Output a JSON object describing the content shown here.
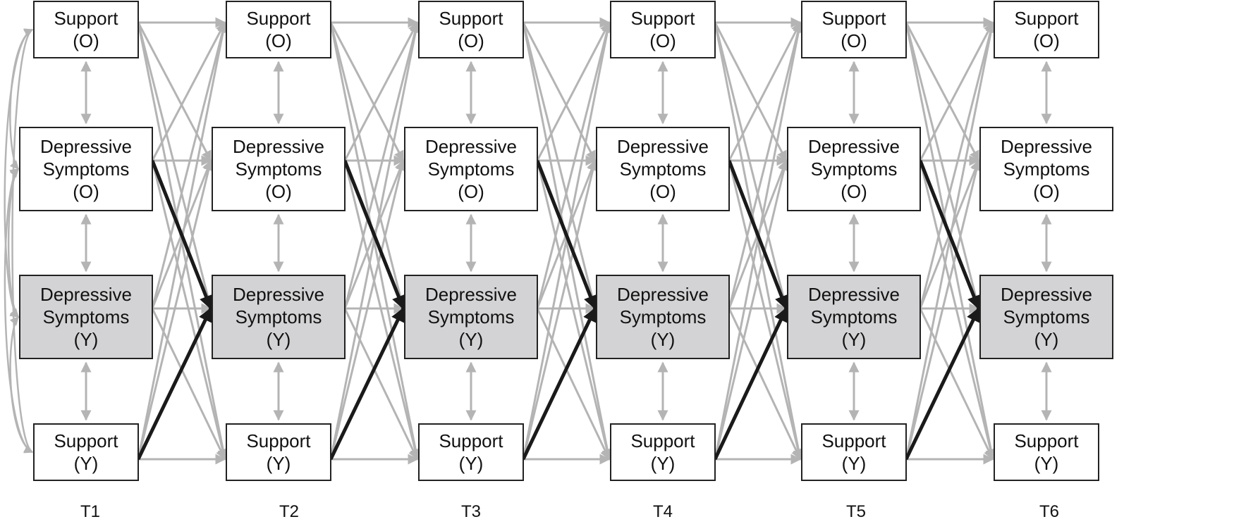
{
  "colors": {
    "edge_gray": "#b4b4b4",
    "edge_black": "#1a1a1a",
    "box_border": "#222222",
    "youth_fill": "#d3d3d5",
    "other_fill": "#ffffff"
  },
  "time_points": [
    "T1",
    "T2",
    "T3",
    "T4",
    "T5",
    "T6"
  ],
  "variables": [
    {
      "id": "support-o",
      "lines": [
        "Support",
        "(O)"
      ],
      "shaded": false
    },
    {
      "id": "depressive-o",
      "lines": [
        "Depressive",
        "Symptoms",
        "(O)"
      ],
      "shaded": false
    },
    {
      "id": "depressive-y",
      "lines": [
        "Depressive",
        "Symptoms",
        "(Y)"
      ],
      "shaded": true
    },
    {
      "id": "support-y",
      "lines": [
        "Support",
        "(Y)"
      ],
      "shaded": false
    }
  ],
  "highlighted_paths": [
    {
      "from": "depressive-o",
      "to": "depressive-y"
    },
    {
      "from": "support-y",
      "to": "depressive-y"
    }
  ]
}
